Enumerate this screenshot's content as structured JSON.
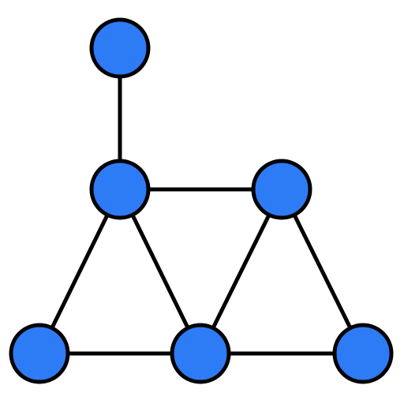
{
  "graph": {
    "node_color": "#2E7BF6",
    "stroke_color": "#000000",
    "nodes": [
      {
        "id": "n0"
      },
      {
        "id": "n1"
      },
      {
        "id": "n2"
      },
      {
        "id": "n3"
      },
      {
        "id": "n4"
      },
      {
        "id": "n5"
      }
    ],
    "edges": [
      {
        "from": "n0",
        "to": "n1"
      },
      {
        "from": "n1",
        "to": "n2"
      },
      {
        "from": "n1",
        "to": "n3"
      },
      {
        "from": "n1",
        "to": "n4"
      },
      {
        "from": "n2",
        "to": "n4"
      },
      {
        "from": "n2",
        "to": "n5"
      },
      {
        "from": "n3",
        "to": "n4"
      },
      {
        "from": "n4",
        "to": "n5"
      }
    ]
  }
}
